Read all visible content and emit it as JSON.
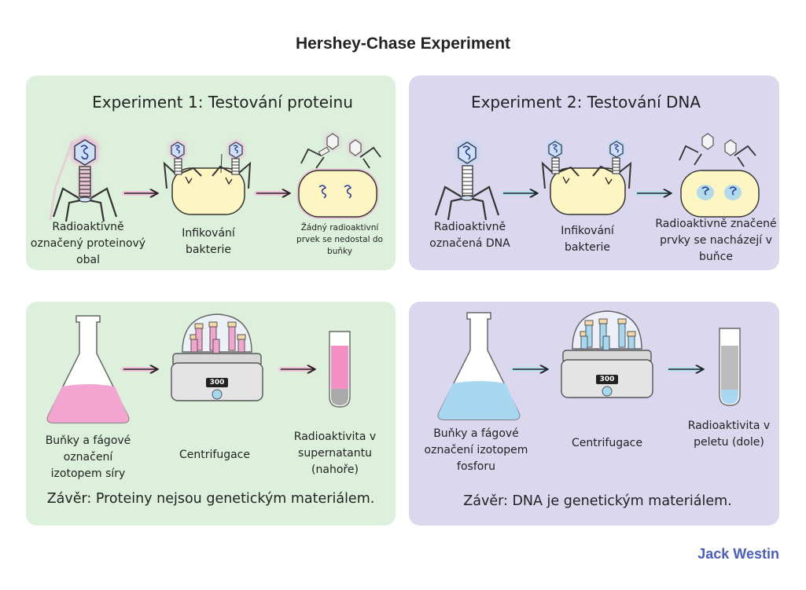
{
  "title": "Hershey-Chase Experiment",
  "brand": "Jack Westin",
  "colors": {
    "green_panel": "#dcf0dc",
    "purple_panel": "#dbd7ee",
    "pink": "#f2a6cf",
    "blue": "#a8d8f0",
    "brand": "#4a5cc4"
  },
  "exp1": {
    "title": "Experiment 1: Testování proteinu",
    "step1": "Radioaktivně označený  proteinový obal",
    "step2": "Infikování bakterie",
    "step3": "Žádný radioaktivní prvek se nedostal do buňky"
  },
  "exp2": {
    "title": "Experiment 2: Testování DNA",
    "step1": "Radioaktivně označená DNA",
    "step2": "Infikování bakterie",
    "step3": "Radioaktivně značené prvky se nacházejí v buňce"
  },
  "proc1": {
    "label1": "Buňky a fágové označení izotopem síry",
    "label2": "Centrifugace",
    "label3": "Radioaktivita v supernatantu (nahoře)",
    "display": "300",
    "conclusion": "Závěr: Proteiny nejsou genetickým materiálem."
  },
  "proc2": {
    "label1": "Buňky a fágové označení izotopem fosforu",
    "label2": "Centrifugace",
    "label3": "Radioaktivita v peletu (dole)",
    "display": "300",
    "conclusion": "Závěr: DNA je genetickým materiálem."
  }
}
